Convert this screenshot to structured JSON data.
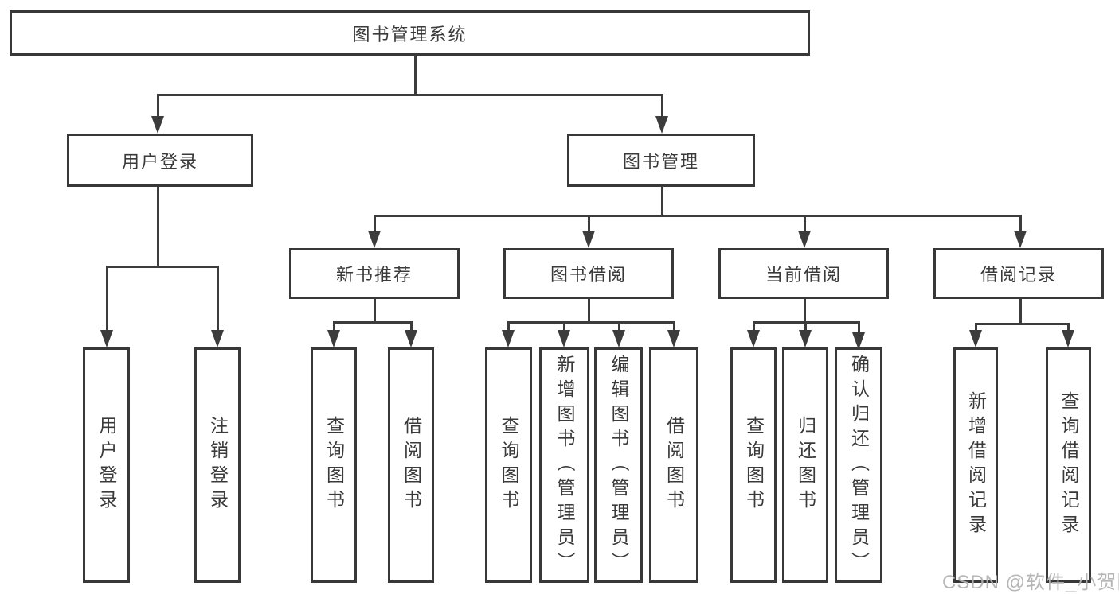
{
  "diagram": {
    "root": {
      "label": "图书管理系统"
    },
    "level2": [
      {
        "label": "用户登录"
      },
      {
        "label": "图书管理"
      }
    ],
    "level3": [
      {
        "label": "新书推荐"
      },
      {
        "label": "图书借阅"
      },
      {
        "label": "当前借阅"
      },
      {
        "label": "借阅记录"
      }
    ],
    "leaves": {
      "login": [
        {
          "label": "用户登录"
        },
        {
          "label": "注销登录"
        }
      ],
      "newbook": [
        {
          "label": "查询图书"
        },
        {
          "label": "借阅图书"
        }
      ],
      "borrow": [
        {
          "label": "查询图书"
        },
        {
          "label": "新增图书（管理员）"
        },
        {
          "label": "编辑图书（管理员）"
        },
        {
          "label": "借阅图书"
        }
      ],
      "current": [
        {
          "label": "查询图书"
        },
        {
          "label": "归还图书"
        },
        {
          "label": "确认归还（管理员）"
        }
      ],
      "records": [
        {
          "label": "新增借阅记录"
        },
        {
          "label": "查询借阅记录"
        }
      ]
    },
    "colors": {
      "line": "#3c3c3c",
      "border": "#383838",
      "text": "#3a3a3a",
      "watermark": "#b2b2b2"
    },
    "watermark": "CSDN @软件_小贺同学"
  }
}
